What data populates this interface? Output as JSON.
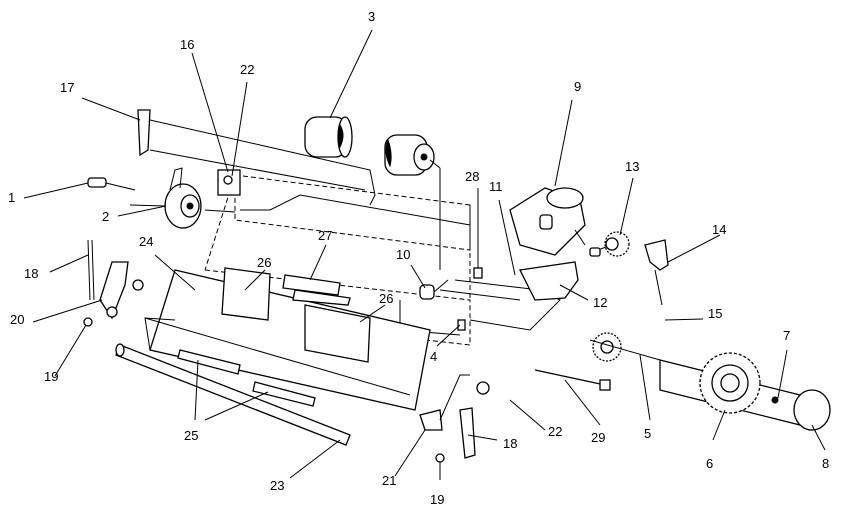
{
  "diagram": {
    "callouts": [
      "1",
      "2",
      "3",
      "4",
      "5",
      "6",
      "7",
      "8",
      "9",
      "10",
      "11",
      "12",
      "13",
      "14",
      "15",
      "16",
      "17",
      "18",
      "18",
      "19",
      "19",
      "20",
      "21",
      "22",
      "22",
      "23",
      "24",
      "25",
      "26",
      "26",
      "27",
      "28",
      "29"
    ]
  }
}
